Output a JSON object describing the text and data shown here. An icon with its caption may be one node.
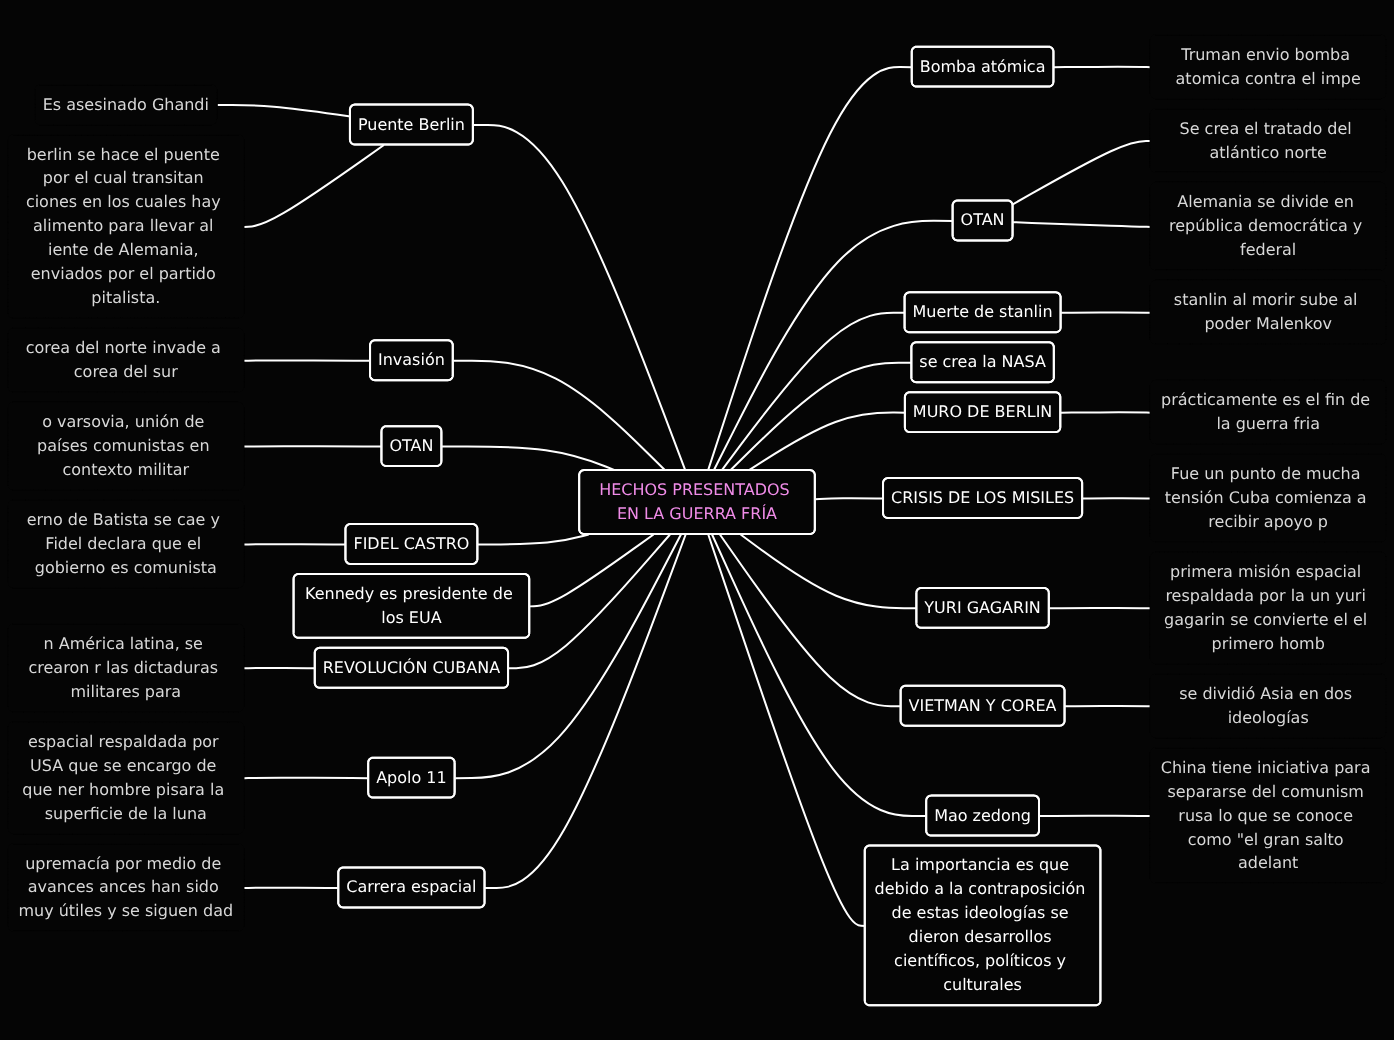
{
  "diagram": {
    "nodes": [
      {
        "text": [
          "HECHOS PRESENTADOS EN LA GUERRA FRÍA"
        ]
      },
      {
        "text": [
          "Puente Berlin"
        ]
      },
      {
        "text": [
          "Es asesinado Ghandi"
        ]
      },
      {
        "text": [
          "berlin se hace el puente por el cual transitan ciones en los cuales hay alimento para llevar al iente de Alemania, enviados por el partido pitalista."
        ]
      },
      {
        "text": [
          "Invasión"
        ]
      },
      {
        "text": [
          "corea del norte invade a corea del sur"
        ]
      },
      {
        "text": [
          "OTAN"
        ]
      },
      {
        "text": [
          "o varsovia, unión de países comunistas en contexto militar"
        ]
      },
      {
        "text": [
          "FIDEL CASTRO"
        ]
      },
      {
        "text": [
          "erno de Batista se cae y Fidel declara que el gobierno es comunista"
        ]
      },
      {
        "text": [
          "Kennedy es presidente de los EUA"
        ]
      },
      {
        "text": [
          "REVOLUCIÓN CUBANA"
        ]
      },
      {
        "text": [
          "n América latina, se crearon r las dictaduras militares para"
        ]
      },
      {
        "text": [
          "Apolo 11"
        ]
      },
      {
        "text": [
          "espacial respaldada por USA que se encargo de que ner hombre pisara la superficie de la luna"
        ]
      },
      {
        "text": [
          "Carrera espacial"
        ]
      },
      {
        "text": [
          "upremacía por medio de avances ances han sido muy útiles y se siguen dad"
        ]
      },
      {
        "text": [
          "Bomba atómica"
        ]
      },
      {
        "text": [
          "Truman envio bomba atomica contra el impe"
        ]
      },
      {
        "text": [
          "OTAN"
        ]
      },
      {
        "text": [
          "Se crea el tratado del atlántico norte"
        ]
      },
      {
        "text": [
          "Alemania se divide en república democrática y federal"
        ]
      },
      {
        "text": [
          "Muerte de stanlin"
        ]
      },
      {
        "text": [
          "stanlin al morir sube al poder Malenkov"
        ]
      },
      {
        "text": [
          "se crea la NASA"
        ]
      },
      {
        "text": [
          "MURO DE BERLIN"
        ]
      },
      {
        "text": [
          "prácticamente es el fin de la guerra fria"
        ]
      },
      {
        "text": [
          "CRISIS DE LOS MISILES"
        ]
      },
      {
        "text": [
          "Fue un punto de mucha tensión Cuba comienza a recibir apoyo p"
        ]
      },
      {
        "text": [
          "YURI GAGARIN"
        ]
      },
      {
        "text": [
          "primera misión espacial respaldada por la un yuri gagarin se convierte el el primero homb"
        ]
      },
      {
        "text": [
          "VIETMAN Y COREA"
        ]
      },
      {
        "text": [
          "se dividió Asia en dos ideologías"
        ]
      },
      {
        "text": [
          "Mao zedong"
        ]
      },
      {
        "text": [
          "China tiene iniciativa para separarse del comunism rusa lo que se conoce como \"el gran salto adelant"
        ]
      },
      {
        "text": [
          "La importancia es que debido a la contraposición de estas ideologías se dieron desarrollos científicos, políticos y culturales"
        ]
      }
    ],
    "edges": [
      {
        "from": 1,
        "to": 0,
        "arrow": "none"
      },
      {
        "from": 2,
        "to": 1,
        "arrow": "none"
      },
      {
        "from": 3,
        "to": 1,
        "arrow": "none"
      },
      {
        "from": 4,
        "to": 0,
        "arrow": "none"
      },
      {
        "from": 5,
        "to": 4,
        "arrow": "none"
      },
      {
        "from": 6,
        "to": 0,
        "arrow": "none"
      },
      {
        "from": 7,
        "to": 6,
        "arrow": "none"
      },
      {
        "from": 8,
        "to": 0,
        "arrow": "none"
      },
      {
        "from": 9,
        "to": 8,
        "arrow": "none"
      },
      {
        "from": 10,
        "to": 0,
        "arrow": "none"
      },
      {
        "from": 11,
        "to": 0,
        "arrow": "none"
      },
      {
        "from": 12,
        "to": 11,
        "arrow": "none"
      },
      {
        "from": 13,
        "to": 0,
        "arrow": "none"
      },
      {
        "from": 14,
        "to": 13,
        "arrow": "none"
      },
      {
        "from": 15,
        "to": 0,
        "arrow": "none"
      },
      {
        "from": 16,
        "to": 15,
        "arrow": "none"
      },
      {
        "from": 0,
        "to": 17,
        "arrow": "none"
      },
      {
        "from": 17,
        "to": 18,
        "arrow": "none"
      },
      {
        "from": 0,
        "to": 19,
        "arrow": "none"
      },
      {
        "from": 19,
        "to": 20,
        "arrow": "none"
      },
      {
        "from": 19,
        "to": 21,
        "arrow": "none"
      },
      {
        "from": 0,
        "to": 22,
        "arrow": "none"
      },
      {
        "from": 22,
        "to": 23,
        "arrow": "none"
      },
      {
        "from": 0,
        "to": 24,
        "arrow": "none"
      },
      {
        "from": 0,
        "to": 25,
        "arrow": "none"
      },
      {
        "from": 25,
        "to": 26,
        "arrow": "none"
      },
      {
        "from": 0,
        "to": 27,
        "arrow": "none"
      },
      {
        "from": 27,
        "to": 28,
        "arrow": "none"
      },
      {
        "from": 0,
        "to": 29,
        "arrow": "none"
      },
      {
        "from": 29,
        "to": 30,
        "arrow": "none"
      },
      {
        "from": 0,
        "to": 31,
        "arrow": "none"
      },
      {
        "from": 31,
        "to": 32,
        "arrow": "none"
      },
      {
        "from": 0,
        "to": 33,
        "arrow": "none"
      },
      {
        "from": 33,
        "to": 34,
        "arrow": "none"
      },
      {
        "from": 0,
        "to": 35,
        "arrow": "none"
      }
    ]
  }
}
